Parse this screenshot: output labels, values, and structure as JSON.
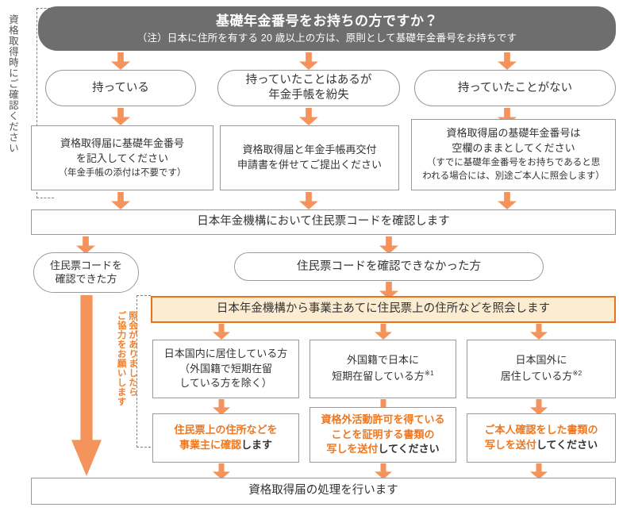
{
  "header": {
    "title": "基礎年金番号をお持ちの方ですか？",
    "subtitle": "（注）日本に住所を有する 20 歳以上の方は、原則として基礎年金番号をお持ちです"
  },
  "annotations": {
    "left_vertical": "資格取得時にご確認ください",
    "mid_vertical_line1": "照会がありましたら",
    "mid_vertical_line2": "ご協力をお願いします"
  },
  "options": [
    {
      "label": "持っている"
    },
    {
      "label_line1": "持っていたことはあるが",
      "label_line2": "年金手帳を紛失"
    },
    {
      "label": "持っていたことがない"
    }
  ],
  "actions": [
    {
      "line1": "資格取得届に基礎年金番号",
      "line2": "を記入してください",
      "note": "（年金手帳の添付は不要です）"
    },
    {
      "line1": "資格取得届と年金手帳再交付",
      "line2": "申請書を併せてご提出ください"
    },
    {
      "line1": "資格取得届の基礎年金番号は",
      "line2": "空欄のままとしてください",
      "note1": "（すでに基礎年金番号をお持ちであると思",
      "note2": "われる場合には、別途ご本人に照会します）"
    }
  ],
  "verify_band": "日本年金機構において住民票コードを確認します",
  "branch": {
    "confirmed_line1": "住民票コードを",
    "confirmed_line2": "確認できた方",
    "not_confirmed": "住民票コードを確認できなかった方"
  },
  "inquiry_band": "日本年金機構から事業主あてに住民票上の住所などを照会します",
  "residency": [
    {
      "line1": "日本国内に居住している方",
      "line2": "（外国籍で短期在留",
      "line3": "している方を除く）"
    },
    {
      "line1": "外国籍で日本に",
      "line2": "短期在留している方",
      "mark": "※1"
    },
    {
      "line1": "日本国外に",
      "line2": "居住している方",
      "mark": "※2"
    }
  ],
  "requirements": [
    {
      "em1": "住民票上の住所などを",
      "em2": "事業主に確認",
      "tail": "します"
    },
    {
      "em1": "資格外活動許可を得ている",
      "em2": "ことを証明する書類の",
      "em3": "写しを送付",
      "tail": "してください"
    },
    {
      "em1": "ご本人確認をした書類の",
      "em2": "写しを送付",
      "tail": "してください"
    }
  ],
  "final_band": "資格取得届の処理を行います",
  "colors": {
    "header_bg": "#6e6e6e",
    "arrow": "#f4935c",
    "highlight_bg": "#fbecd2",
    "highlight_border": "#e8731c",
    "emphasis_text": "#ee7722",
    "box_border": "#9a9a9a"
  }
}
